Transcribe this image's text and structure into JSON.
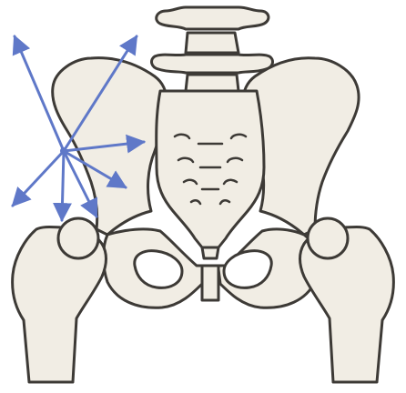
{
  "figure": {
    "subject": "pelvis-and-hip-joint",
    "view": "anterior",
    "colors": {
      "bone_fill": "#f1ede4",
      "bone_outline": "#3d3a36",
      "shading": "#bdb7ad",
      "arrow": "#5f78c8"
    },
    "arrows": {
      "count": 7,
      "directions": [
        "up-left",
        "up-right",
        "right",
        "down-right",
        "down-slightly-right",
        "down",
        "down-left"
      ]
    }
  }
}
